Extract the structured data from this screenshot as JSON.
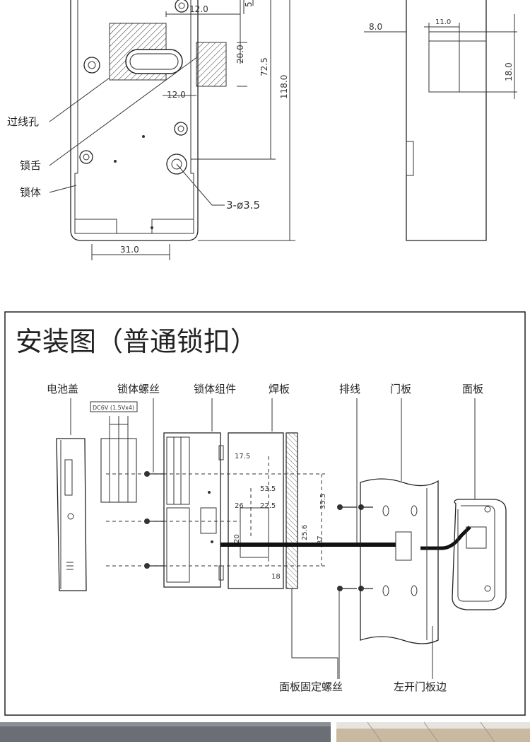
{
  "top_drawing": {
    "dims": {
      "d12_top": "12.0",
      "d5": "5",
      "d20": "20.0",
      "d72": "72.5",
      "d118": "118.0",
      "d12_mid": "12.0",
      "d31": "31.0",
      "hole": "3-ø3.5",
      "side_8": "8.0",
      "side_11": "11.0",
      "side_18": "18.0"
    },
    "labels": {
      "wire_hole": "过线孔",
      "bolt": "锁舌",
      "body": "锁体"
    }
  },
  "install": {
    "title": "安装图（普通锁扣）",
    "labels": {
      "battery_cover": "电池盖",
      "body_screw": "锁体螺丝",
      "body_assembly": "锁体组件",
      "weld_plate": "焊板",
      "cable": "排线",
      "door_panel": "门板",
      "face_panel": "面板",
      "panel_screw": "面板固定螺丝",
      "left_door_edge": "左开门板边"
    },
    "battery_note": "DC6V (1.5Vx4)",
    "dims": {
      "d17_5": "17.5",
      "d53_5": "53.5",
      "d35_5": "35.5",
      "d26": "26",
      "d22_5": "22.5",
      "d20": "20",
      "d25_6": "25.6",
      "d37": "37",
      "d18": "18"
    }
  }
}
